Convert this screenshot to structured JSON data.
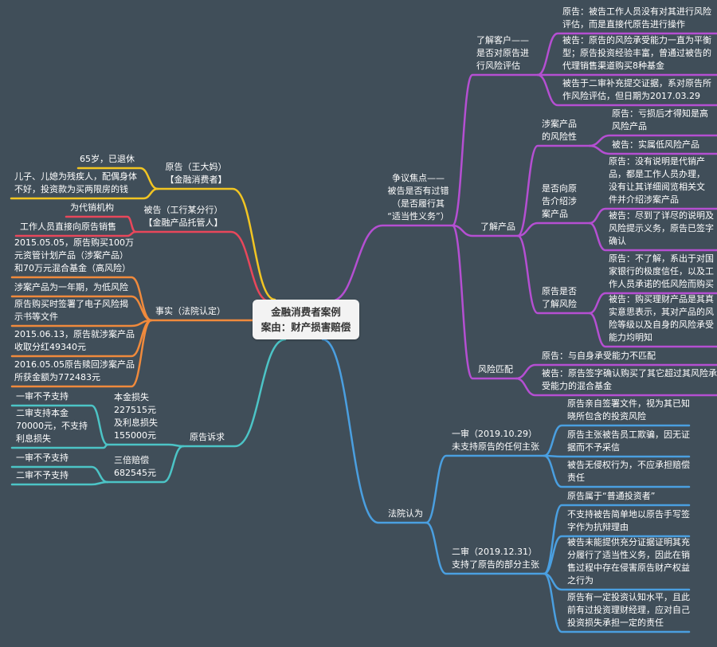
{
  "root": {
    "title": "金融消费者案例\n案由：财产损害赔偿"
  },
  "colors": {
    "background": "#404e59",
    "dispute": "#b54fd2",
    "court": "#4a9fe0",
    "plaintiff": "#f2c522",
    "defendant": "#e8475b",
    "facts": "#f08a3c",
    "claims": "#4cc4c6"
  },
  "dispute": {
    "label": "争议焦点——\n被告是否有过错\n（是否履行其\n“适当性义务”）",
    "know_client": {
      "label": "了解客户——\n是否对原告进\n行风险评估",
      "items": [
        "原告：被告工作人员没有对其进行风险\n评估，而是直接代原告进行操作",
        "被告：原告的风险承受能力一直为平衡\n型；原告投资经验丰富，曾通过被告的\n代理销售渠道购买8种基金",
        "被告于二审补充提交证据，系对原告所\n作风险评估，但日期为2017.03.29"
      ]
    },
    "know_product": {
      "label": "了解产品",
      "risk": {
        "label": "涉案产品\n的风险性",
        "items": [
          "原告：亏损后才得知是高\n风险产品",
          "被告：实属低风险产品"
        ]
      },
      "introduce": {
        "label": "是否向原\n告介绍涉\n案产品",
        "items": [
          "原告：没有说明是代销产\n品，都是工作人员办理，\n没有让其详细阅览相关文\n件并介绍涉案产品",
          "被告：尽到了详尽的说明及\n风险提示义务，原告已签字\n确认"
        ]
      },
      "understand": {
        "label": "原告是否\n了解风险",
        "items": [
          "原告：不了解，系出于对国\n家银行的极度信任，以及工\n作人员承诺的低风险而购买",
          "被告：购买理财产品是其真\n实意思表示，其对产品的风\n险等级以及自身的风险承受\n能力均明知"
        ]
      }
    },
    "risk_match": {
      "label": "风险匹配",
      "items": [
        "原告：与自身承受能力不匹配",
        "被告：原告签字确认购买了其它超过其风险承\n受能力的混合基金"
      ]
    }
  },
  "court": {
    "label": "法院认为",
    "first": {
      "label": "一审（2019.10.29）\n未支持原告的任何主张",
      "items": [
        "原告亲自签署文件，视为其已知\n晓所包含的投资风险",
        "原告主张被告员工欺骗，因无证\n据而不予采信",
        "被告无侵权行为，不应承担赔偿\n责任"
      ]
    },
    "second": {
      "label": "二审（2019.12.31）\n支持了原告的部分主张",
      "items": [
        "原告属于“普通投资者”",
        "不支持被告简单地以原告手写签\n字作为抗辩理由",
        "被告未能提供充分证据证明其充\n分履行了适当性义务，因此在销\n售过程中存在侵害原告财产权益\n之行为",
        "原告有一定投资认知水平，且此\n前有过投资理财经理，应对自己\n投资损失承担一定的责任"
      ]
    }
  },
  "plaintiff": {
    "label": "原告（王大妈）\n【金融消费者】",
    "items": [
      "65岁，已退休",
      "儿子、儿媳为残疾人，配偶身体\n不好，投资款为买两限房的钱"
    ]
  },
  "defendant": {
    "label": "被告（工行某分行）\n【金融产品托管人】",
    "items": [
      "为代销机构",
      "工作人员直接向原告销售"
    ]
  },
  "facts": {
    "label": "事实（法院认定）",
    "items": [
      "2015.05.05，原告购买100万\n元资管计划产品（涉案产品）\n和70万元混合基金（高风险）",
      "涉案产品为一年期，为低风险",
      "原告购买时签署了电子风险揭\n示书等文件",
      "2015.06.13，原告就涉案产品\n收取分红49340元",
      "2016.05.05原告赎回涉案产品\n所获金额为772483元"
    ]
  },
  "claims": {
    "label": "原告诉求",
    "principal": {
      "label": "本金损失\n227515元\n及利息损失\n155000元",
      "items": [
        "一审不予支持",
        "二审支持本金\n70000元，不支持\n利息损失"
      ]
    },
    "triple": {
      "label": "三倍赔偿\n682545元",
      "items": [
        "一审不予支持",
        "二审不予支持"
      ]
    }
  }
}
